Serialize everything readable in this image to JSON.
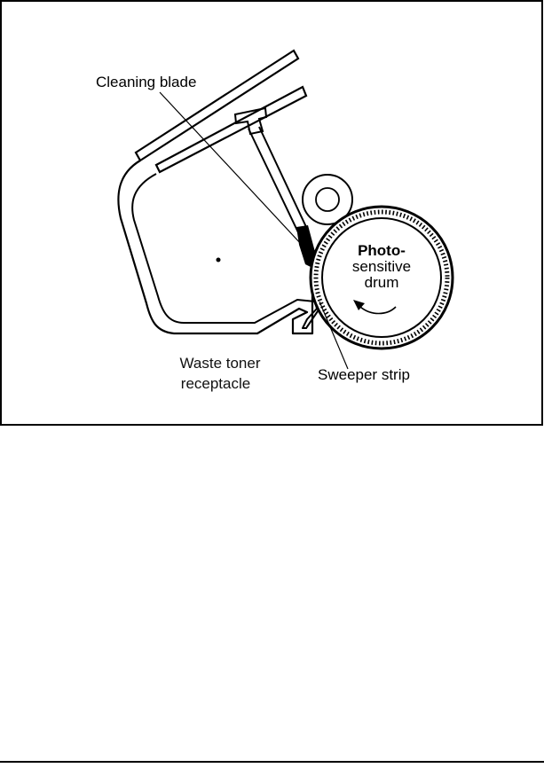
{
  "figure": {
    "labels": {
      "cleaning_blade": "Cleaning blade",
      "drum_line1": "Photo-",
      "drum_line2": "sensitive",
      "drum_line3": "drum",
      "waste_line1": "Waste toner",
      "waste_line2": "receptacle",
      "sweeper_strip": "Sweeper strip"
    },
    "colors": {
      "ink": "#000000",
      "paper": "#ffffff"
    }
  }
}
